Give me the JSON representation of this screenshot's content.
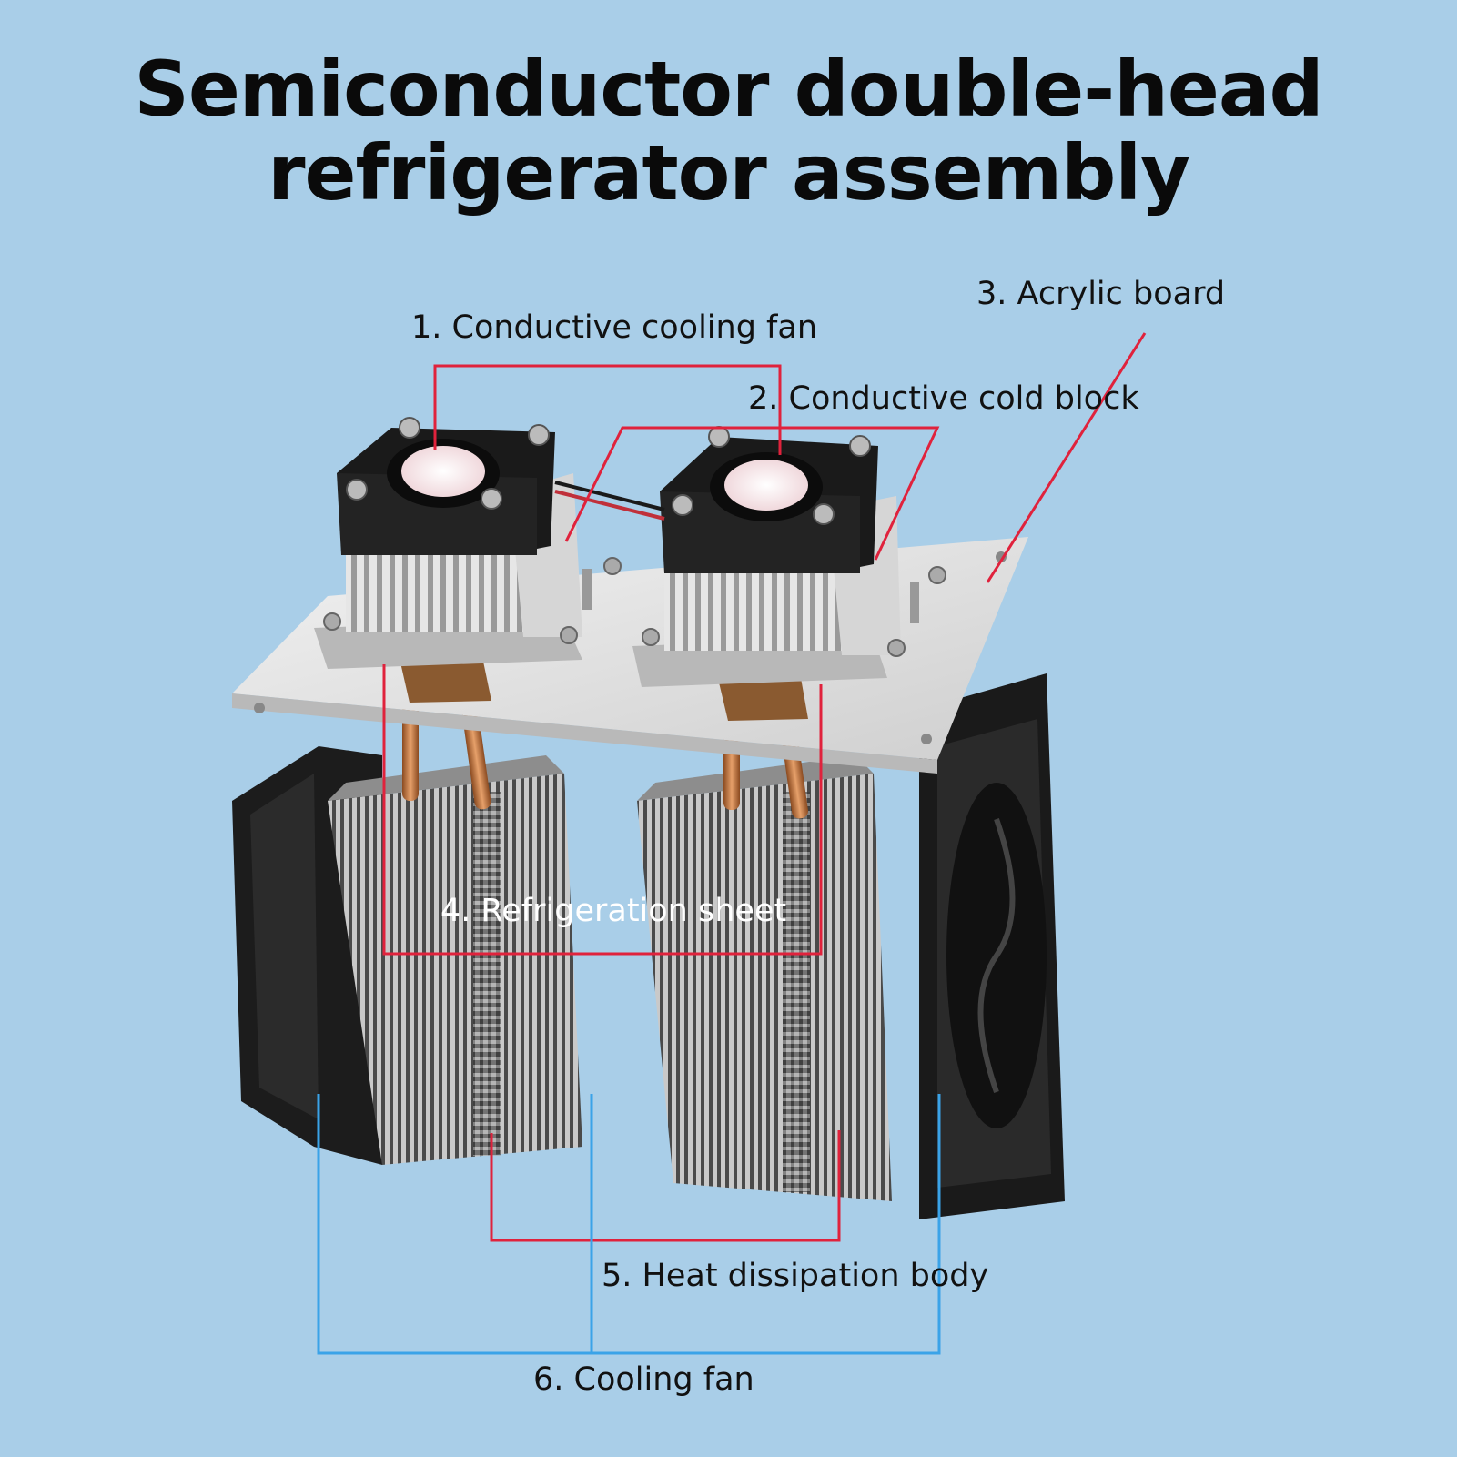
{
  "title": {
    "line1": "Semiconductor double-head",
    "line2": "refrigerator assembly"
  },
  "labels": {
    "conductive_cooling_fan": "1. Conductive cooling fan",
    "conductive_cold_block": "2. Conductive cold block",
    "acrylic_board": "3. Acrylic board",
    "refrigeration_sheet": "4. Refrigeration sheet",
    "heat_dissipation_body": "5. Heat dissipation body",
    "cooling_fan": "6. Cooling fan"
  },
  "colors": {
    "background": "#a9cee8",
    "callout_red": "#e0223c",
    "callout_blue": "#3aa3e8",
    "acrylic_board": "#dcdcdc",
    "fan_black": "#1a1a1a",
    "heatsink_silver": "#c8c8c8",
    "copper_pipe": "#c8763a"
  }
}
